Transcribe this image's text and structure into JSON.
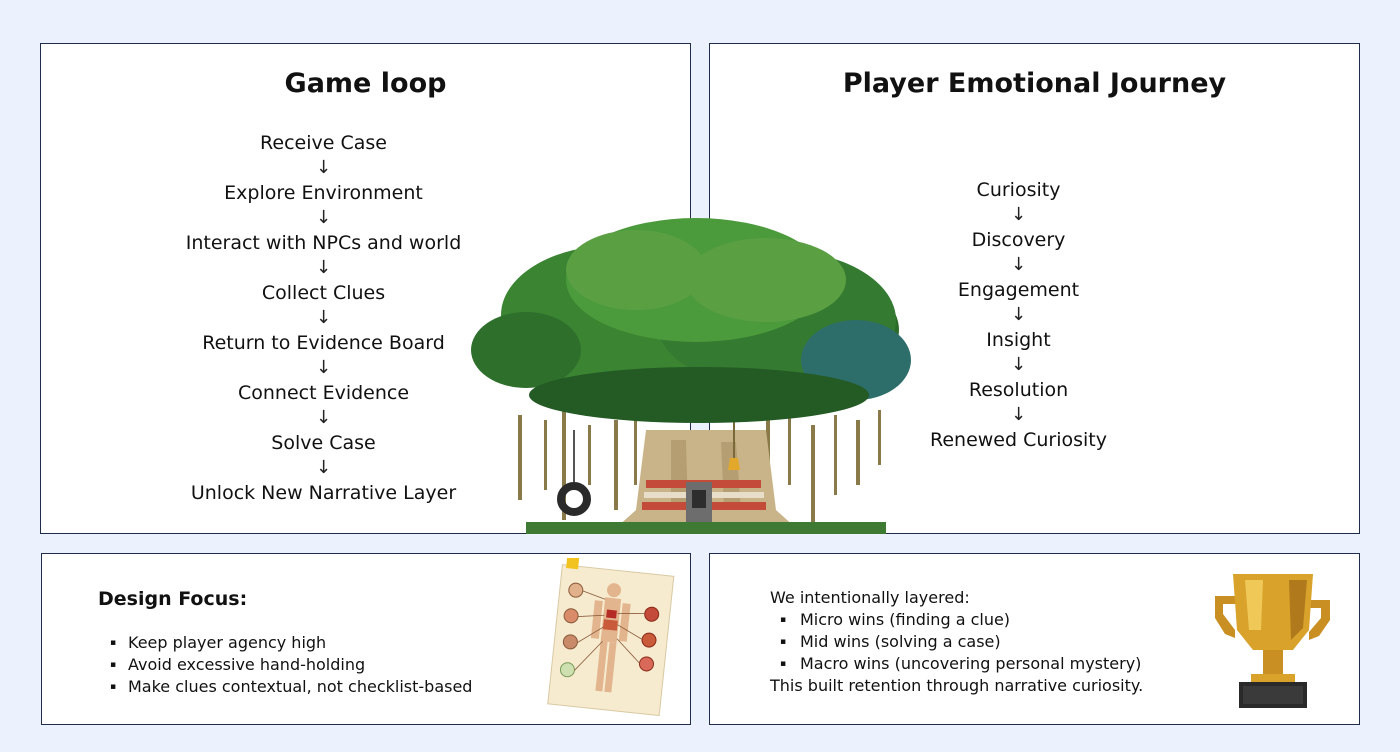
{
  "game_loop": {
    "title": "Game loop",
    "arrow": "↓",
    "steps": [
      "Receive Case",
      "Explore Environment",
      "Interact with NPCs and world",
      "Collect Clues",
      "Return to Evidence Board",
      "Connect Evidence",
      "Solve Case",
      "Unlock New Narrative Layer"
    ]
  },
  "journey": {
    "title": "Player Emotional Journey",
    "arrow": "↓",
    "steps": [
      "Curiosity",
      "Discovery",
      "Engagement",
      "Insight",
      "Resolution",
      "Renewed Curiosity"
    ]
  },
  "design_focus": {
    "heading": "Design Focus:",
    "items": [
      "Keep player agency high",
      "Avoid excessive hand-holding",
      "Make clues contextual, not checklist-based"
    ]
  },
  "layers": {
    "intro": "We intentionally layered:",
    "items": [
      "Micro wins (finding a clue)",
      "Mid wins (solving a case)",
      "Macro wins (uncovering personal mystery)"
    ],
    "outro": "This built retention through narrative curiosity."
  },
  "images": {
    "tree": "pixel-banyan-tree-icon",
    "anatomy": "anatomy-chart-note-icon",
    "trophy": "pixel-gold-trophy-icon"
  },
  "colors": {
    "background": "#ecf2fd",
    "panel_border": "#1f2d4a",
    "leaf_dark": "#2d6b2a",
    "leaf_light": "#5aa043",
    "trunk": "#c9b48a",
    "trophy_gold": "#d9a32b"
  }
}
